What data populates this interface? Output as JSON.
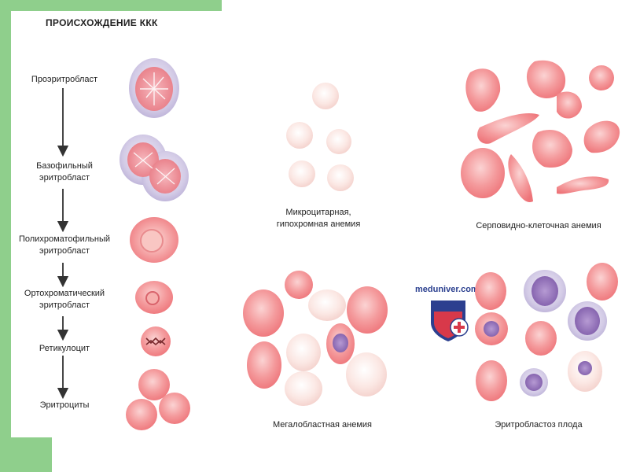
{
  "diagram": {
    "title": "ПРОИСХОЖДЕНИЕ ККК",
    "stages": [
      {
        "lines": [
          "Проэритробласт"
        ]
      },
      {
        "lines": [
          "Базофильный",
          "эритробласт"
        ]
      },
      {
        "lines": [
          "Полихроматофильный",
          "эритробласт"
        ]
      },
      {
        "lines": [
          "Ортохроматический",
          "эритробласт"
        ]
      },
      {
        "lines": [
          "Ретикулоцит"
        ]
      },
      {
        "lines": [
          "Эритроциты"
        ]
      }
    ],
    "panels": [
      {
        "lines": [
          "Микроцитарная,",
          "гипохромная анемия"
        ]
      },
      {
        "lines": [
          "Серповидно-клеточная анемия"
        ]
      },
      {
        "lines": [
          "Мегалобластная анемия"
        ]
      },
      {
        "lines": [
          "Эритробластоз плода"
        ]
      }
    ],
    "watermark": "meduniver.com",
    "colors": {
      "green_frame": "#8fcf8c",
      "cell_red": "#f28a8f",
      "cell_pale": "#f7d8d4",
      "nucleus_purple": "#8d6fb8",
      "arrow": "#333333"
    }
  }
}
